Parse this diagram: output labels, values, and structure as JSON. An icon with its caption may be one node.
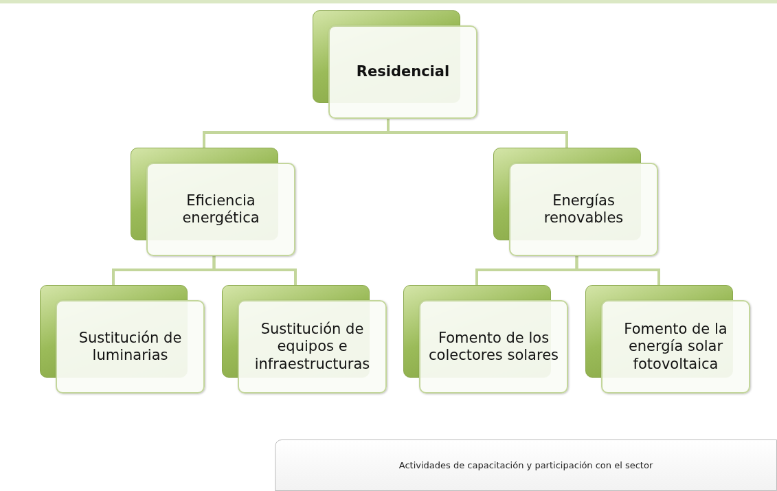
{
  "diagram": {
    "nodes": [
      {
        "text": [
          "Residencial"
        ]
      },
      {
        "text": [
          "Eficiencia energética"
        ]
      },
      {
        "text": [
          "Energías renovables"
        ]
      },
      {
        "text": [
          "Sustitución de luminarias"
        ]
      },
      {
        "text": [
          "Sustitución de equipos e infraestructuras"
        ]
      },
      {
        "text": [
          "Fomento de los colectores solares"
        ]
      },
      {
        "text": [
          "Fomento de la energía solar fotovoltaica"
        ]
      },
      {
        "text": [
          "Actividades de capacitación y participación con el sector"
        ]
      }
    ],
    "edges": [
      {
        "from": 0,
        "to": 1,
        "arrow": "none"
      },
      {
        "from": 0,
        "to": 2,
        "arrow": "none"
      },
      {
        "from": 1,
        "to": 3,
        "arrow": "none"
      },
      {
        "from": 1,
        "to": 4,
        "arrow": "none"
      },
      {
        "from": 2,
        "to": 5,
        "arrow": "none"
      },
      {
        "from": 2,
        "to": 6,
        "arrow": "none"
      }
    ]
  }
}
